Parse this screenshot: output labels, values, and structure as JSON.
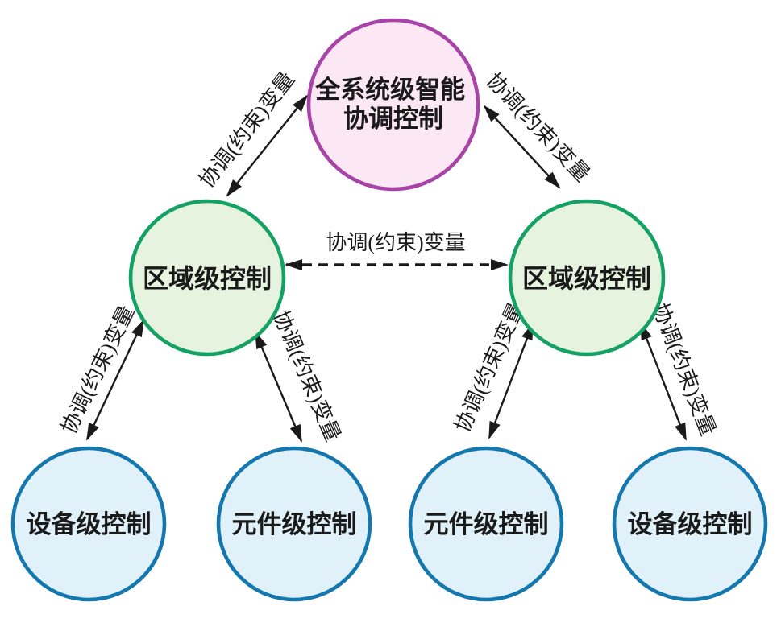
{
  "palette": {
    "background": "#ffffff",
    "system_fill": "#fce8f4",
    "system_stroke": "#a843a8",
    "region_fill": "#e6f3de",
    "region_stroke": "#14a264",
    "field_fill": "#e0f1fa",
    "field_stroke": "#1478ae",
    "edge_color": "#1a1a1a",
    "text_color": "#1a1a1a"
  },
  "diagram": {
    "type": "hierarchical-control-diagram",
    "nodes": [
      {
        "id": "system",
        "level": "system",
        "label_lines": [
          "全系统级智能",
          "协调控制"
        ]
      },
      {
        "id": "region-left",
        "level": "region",
        "label_lines": [
          "区域级控制"
        ]
      },
      {
        "id": "region-right",
        "level": "region",
        "label_lines": [
          "区域级控制"
        ]
      },
      {
        "id": "device-left",
        "level": "field",
        "label_lines": [
          "设备级控制"
        ]
      },
      {
        "id": "component-left",
        "level": "field",
        "label_lines": [
          "元件级控制"
        ]
      },
      {
        "id": "component-right",
        "level": "field",
        "label_lines": [
          "元件级控制"
        ]
      },
      {
        "id": "device-right",
        "level": "field",
        "label_lines": [
          "设备级控制"
        ]
      }
    ],
    "edges": [
      {
        "from": "region-left",
        "to": "system",
        "label": "协调(约束)变量",
        "style": "solid-double-arrow"
      },
      {
        "from": "system",
        "to": "region-right",
        "label": "协调(约束)变量",
        "style": "solid-double-arrow"
      },
      {
        "from": "region-left",
        "to": "region-right",
        "label": "协调(约束)变量",
        "style": "dashed-double-arrow"
      },
      {
        "from": "device-left",
        "to": "region-left",
        "label": "协调(约束)变量",
        "style": "solid-double-arrow"
      },
      {
        "from": "component-left",
        "to": "region-left",
        "label": "协调(约束)变量",
        "style": "solid-double-arrow"
      },
      {
        "from": "component-right",
        "to": "region-right",
        "label": "协调(约束)变量",
        "style": "solid-double-arrow"
      },
      {
        "from": "device-right",
        "to": "region-right",
        "label": "协调(约束)变量",
        "style": "solid-double-arrow"
      }
    ]
  }
}
